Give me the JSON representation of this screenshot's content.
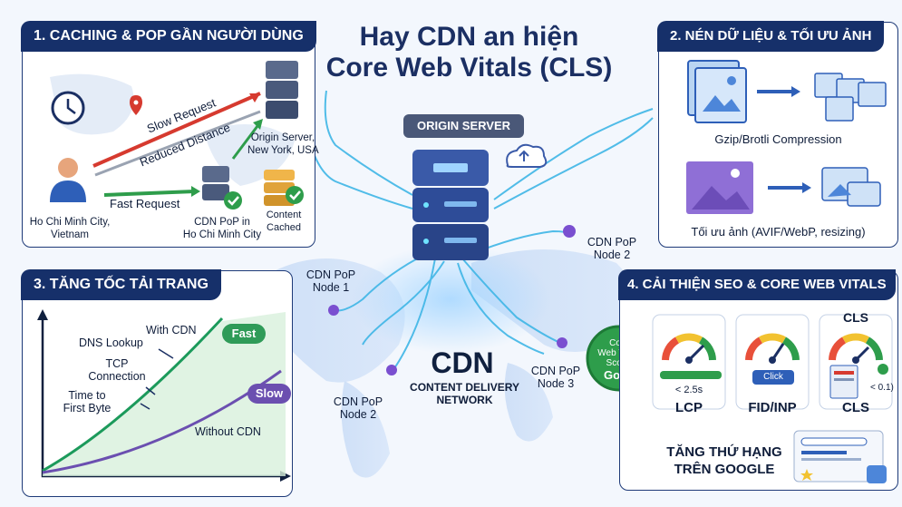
{
  "title": {
    "line1": "Hay CDN an hiện",
    "line2": "Core Web Vitals (CLS)"
  },
  "panel1": {
    "header": "1. CACHING & POP GẦN NGƯỜI DÙNG",
    "slow_request": "Slow Request",
    "reduced_distance": "Reduced Distance",
    "fast_request": "Fast Request",
    "origin_label_1": "Origin Server,",
    "origin_label_2": "New York, USA",
    "user_label_1": "Ho Chi Minh City,",
    "user_label_2": "Vietnam",
    "pop_label_1": "CDN PoP in",
    "pop_label_2": "Ho Chi Minh City",
    "cached_label_1": "Content",
    "cached_label_2": "Cached"
  },
  "panel2": {
    "header": "2. NÉN DỮ LIỆU & TỐI ƯU ẢNH",
    "compression_label": "Gzip/Brotli Compression",
    "image_label": "Tối ưu ảnh (AVIF/WebP, resizing)"
  },
  "panel3": {
    "header": "3. TĂNG TỐC TẢI TRANG",
    "with_cdn": "With CDN",
    "fast": "Fast",
    "slow": "Slow",
    "dns": "DNS Lookup",
    "tcp_1": "TCP",
    "tcp_2": "Connection",
    "ttfb_1": "Time to",
    "ttfb_2": "First Byte",
    "without_cdn": "Without CDN"
  },
  "panel4": {
    "header": "4. CẢI THIỆN SEO & CORE WEB VITALS",
    "lcp_value": "< 2.5s",
    "lcp": "LCP",
    "click": "Click",
    "fid": "FID/INP",
    "cls_top": "CLS",
    "cls_value": "< 0.1)",
    "cls": "CLS",
    "rank_1": "TĂNG THỨ HẠNG",
    "rank_2": "TRÊN GOOGLE"
  },
  "center": {
    "origin_server": "ORIGIN SERVER",
    "cdn": "CDN",
    "cdn_full_1": "CONTENT DELIVERY",
    "cdn_full_2": "NETWORK",
    "node1_1": "CDN PoP",
    "node1_2": "Node 1",
    "node2_1": "CDN PoP",
    "node2_2": "Node 2",
    "node3_1": "CDN PoP",
    "node3_2": "Node 3",
    "node4_1": "CDN PoP",
    "node4_2": "Node 2",
    "score_1": "Core",
    "score_2": "Web Vitals",
    "score_3": "Score:",
    "score_4": "Good"
  },
  "colors": {
    "navy": "#16306a",
    "green": "#2e9d4b",
    "purple": "#6b4fb0",
    "red": "#d63a2f",
    "cyan": "#3fb6e6"
  }
}
